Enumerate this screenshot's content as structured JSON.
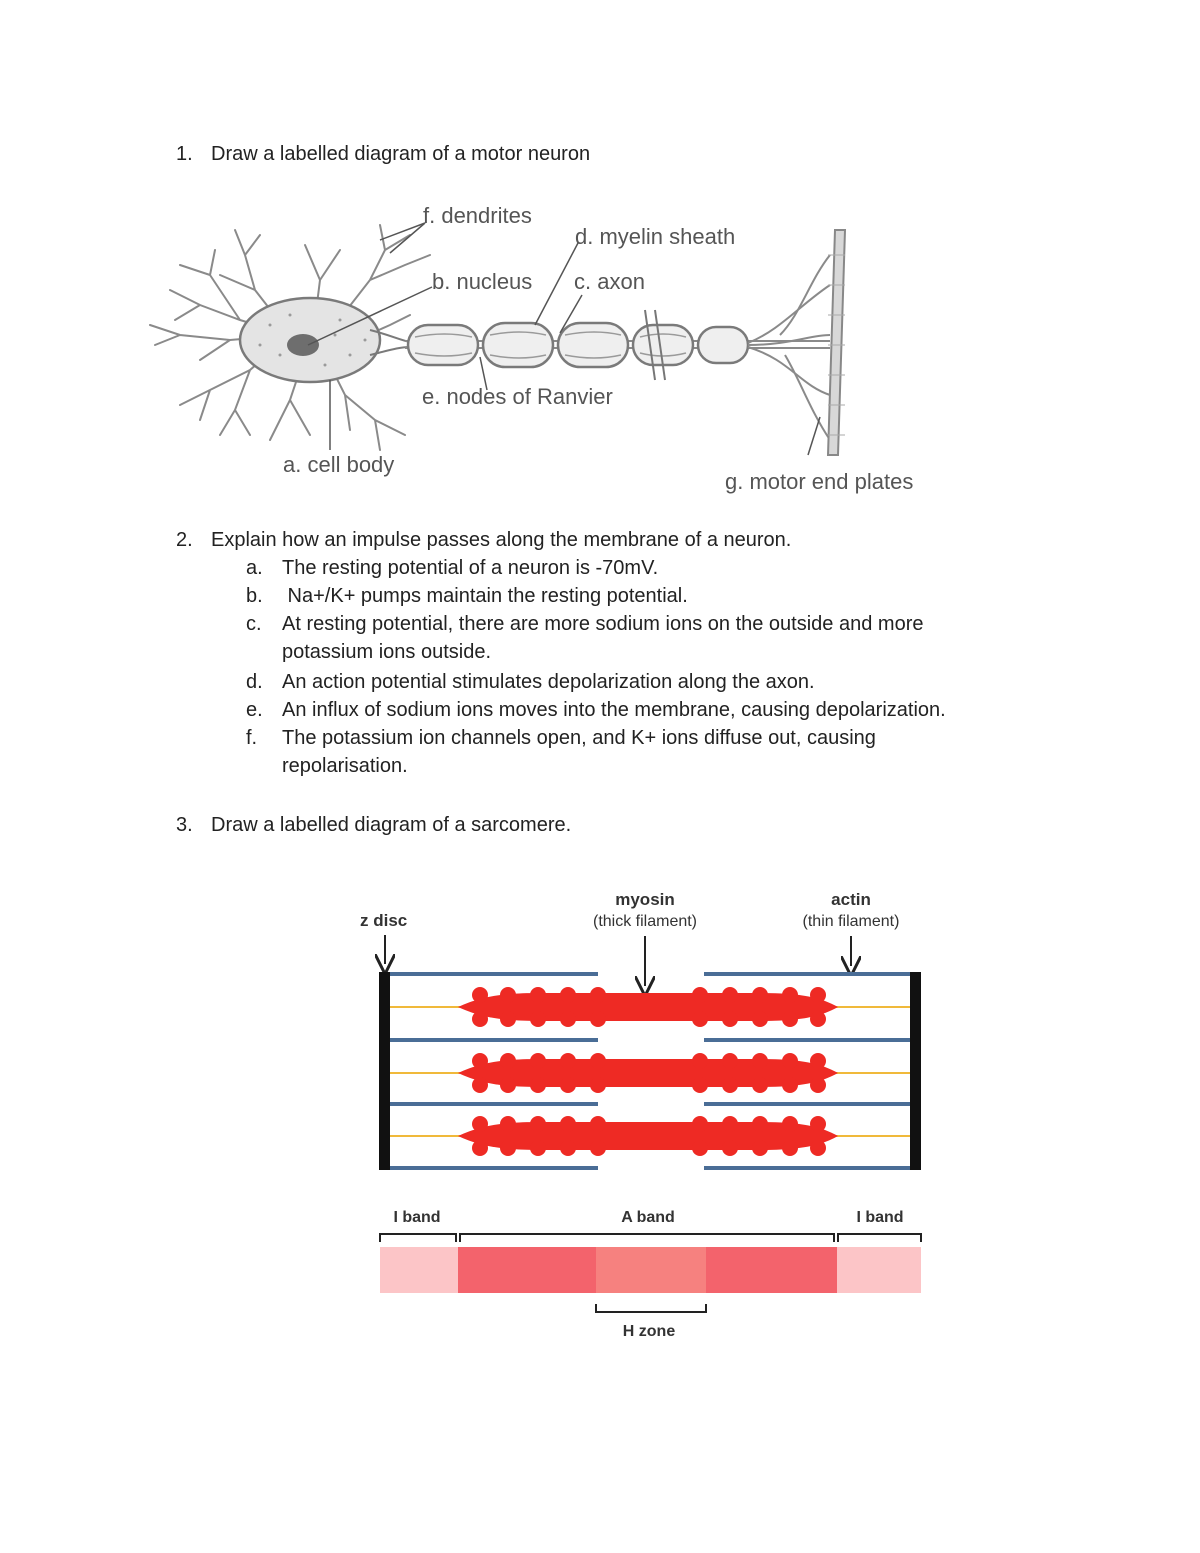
{
  "q1": {
    "num": "1.",
    "text": "Draw a labelled diagram of a motor neuron"
  },
  "neuron": {
    "labels": {
      "dendrites": "f. dendrites",
      "myelin": "d. myelin sheath",
      "nucleus": "b. nucleus",
      "axon": "c. axon",
      "nodes": "e. nodes of Ranvier",
      "cell_body": "a. cell body",
      "end_plates": "g. motor end plates"
    }
  },
  "q2": {
    "num": "2.",
    "text": "Explain how an impulse passes along the membrane of a neuron.",
    "items": [
      {
        "letter": "a.",
        "text": "The resting potential of a neuron is -70mV."
      },
      {
        "letter": "b.",
        "text": " Na+/K+ pumps maintain the resting potential."
      },
      {
        "letter": "c.",
        "text": "At resting potential, there are more sodium ions on the outside and more",
        "cont": "potassium ions outside."
      },
      {
        "letter": "d.",
        "text": "An action potential stimulates depolarization along the axon."
      },
      {
        "letter": "e.",
        "text": "An influx of sodium ions moves into the membrane, causing depolarization."
      },
      {
        "letter": "f.",
        "text": "The potassium ion channels open, and K+ ions diffuse out, causing",
        "cont": "repolarisation."
      }
    ]
  },
  "q3": {
    "num": "3.",
    "text": "Draw a labelled diagram of a sarcomere."
  },
  "sarcomere": {
    "labels": {
      "zdisc": "z disc",
      "myosin": "myosin",
      "myosin_sub": "(thick filament)",
      "actin": "actin",
      "actin_sub": "(thin filament)",
      "iband_left": "I band",
      "aband": "A band",
      "iband_right": "I band",
      "hzone": "H zone"
    },
    "colors": {
      "myosin": "#ee2a24",
      "actin": "#4a6d96",
      "thin_line": "#f0b93a",
      "zdisc": "#111111",
      "iband": "#fcc5c7",
      "aband": "#f3636c",
      "hzone": "#f6817f"
    }
  }
}
